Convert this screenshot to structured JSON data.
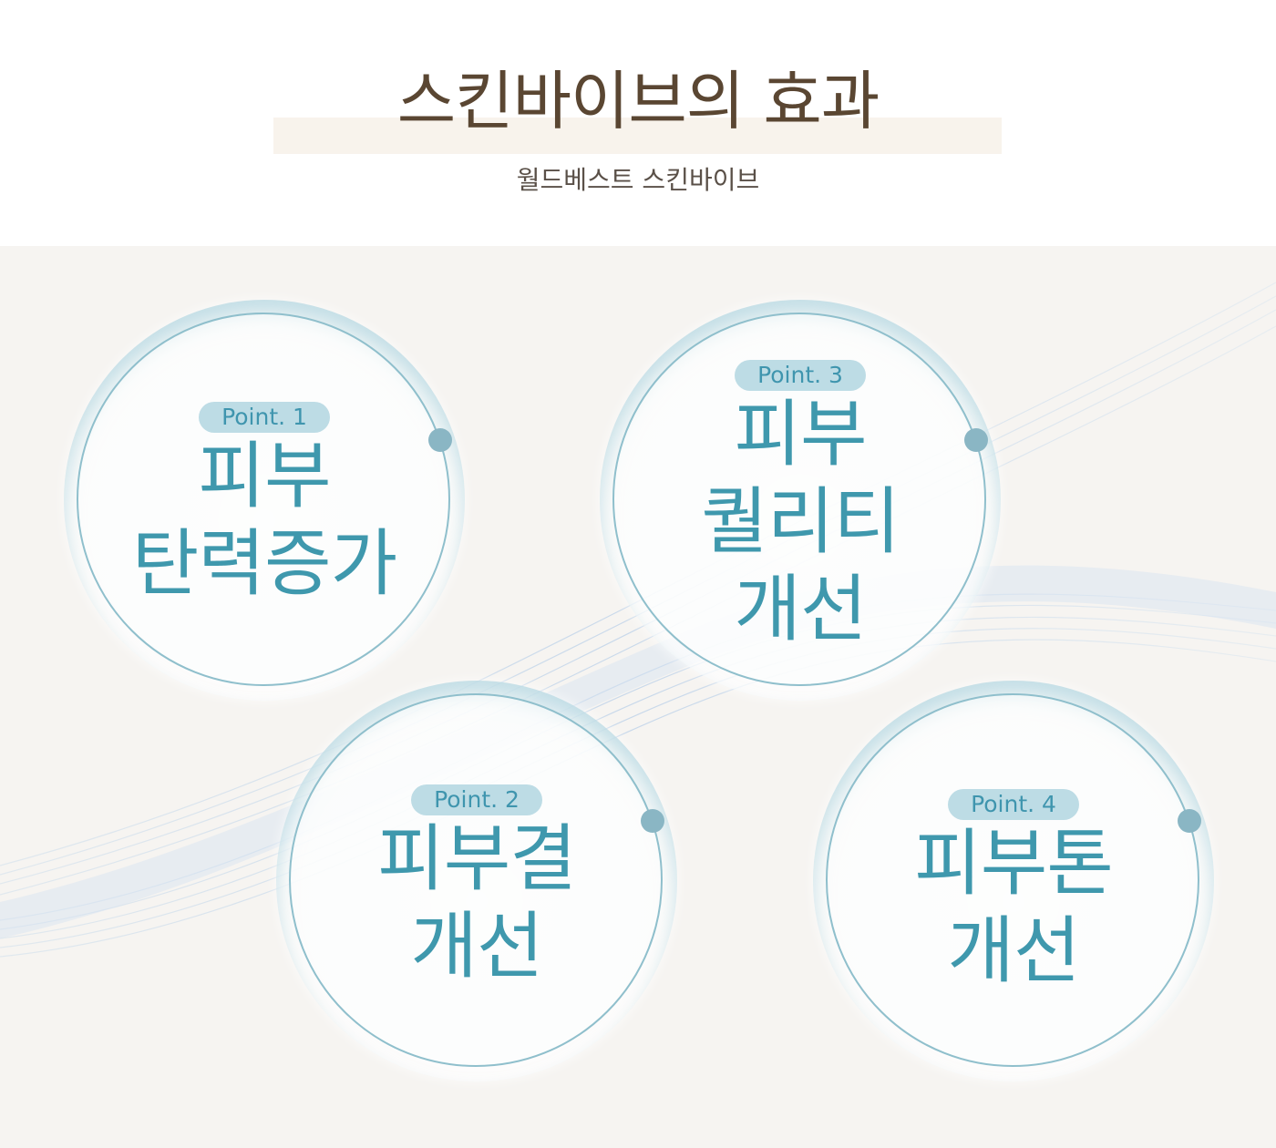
{
  "header": {
    "title": "스킨바이브의 효과",
    "subtitle": "월드베스트 스킨바이브"
  },
  "points": [
    {
      "label": "Point. 1",
      "lines": [
        "피부",
        "탄력증가"
      ]
    },
    {
      "label": "Point. 2",
      "lines": [
        "피부결",
        "개선"
      ]
    },
    {
      "label": "Point. 3",
      "lines": [
        "피부",
        "퀄리티",
        "개선"
      ]
    },
    {
      "label": "Point. 4",
      "lines": [
        "피부톤",
        "개선"
      ]
    }
  ],
  "colors": {
    "title": "#5a4632",
    "accent": "#3f98ad",
    "pill_bg": "#bddce5",
    "background": "#f6f4f1"
  }
}
